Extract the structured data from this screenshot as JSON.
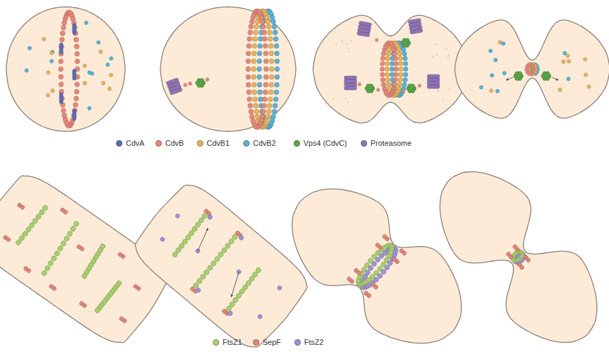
{
  "diagram": {
    "legend": [
      {
        "text": "CdvA",
        "color": "#5a6fb8"
      },
      {
        "text": "CdvB",
        "color": "#e8897a"
      },
      {
        "text": "CdvB1",
        "color": "#e9b55c"
      },
      {
        "text": "CdvB2",
        "color": "#5bb4d9"
      },
      {
        "text": "Vps4 (CdvC)",
        "color": "#5aa84a"
      },
      {
        "text": "Proteasome",
        "color": "#8e74b4"
      },
      {
        "text": "FtsZ1",
        "color": "#a9d06f"
      },
      {
        "text": "SepF",
        "color": "#e48676"
      },
      {
        "text": "FtsZ2",
        "color": "#a093d6"
      }
    ]
  }
}
